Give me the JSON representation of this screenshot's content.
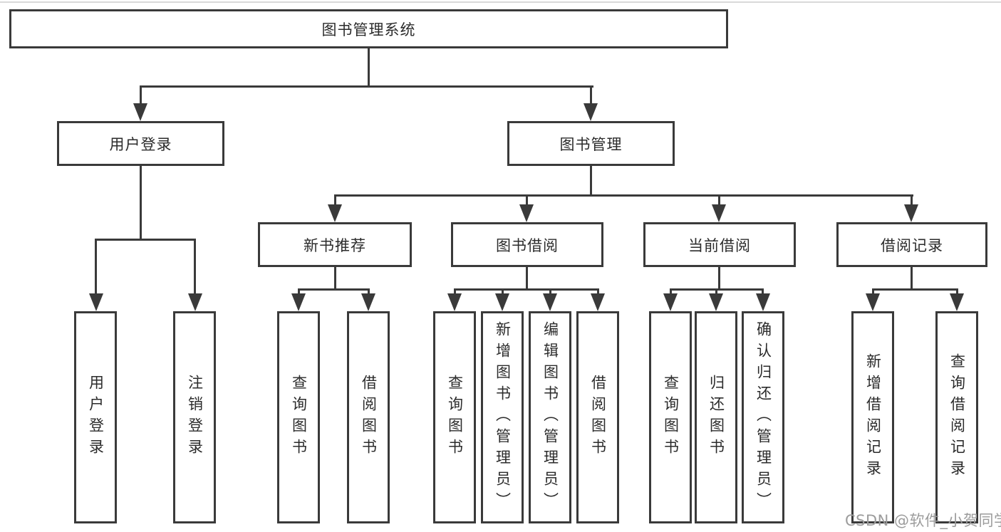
{
  "colors": {
    "line": "#3a3a3a",
    "text": "#2b2b2b",
    "watermark_text_color": "#9c9c9c",
    "background": "#ffffff"
  },
  "watermark": "CSDN @软件_小贺同学",
  "diagram": {
    "type": "org-tree",
    "root": {
      "label": "图书管理系统",
      "children": [
        {
          "label": "用户登录",
          "children": [
            {
              "label": "用户登录"
            },
            {
              "label": "注销登录"
            }
          ]
        },
        {
          "label": "图书管理",
          "children": [
            {
              "label": "新书推荐",
              "children": [
                {
                  "label": "查询图书"
                },
                {
                  "label": "借阅图书"
                }
              ]
            },
            {
              "label": "图书借阅",
              "children": [
                {
                  "label": "查询图书"
                },
                {
                  "label": "新增图书（管理员）"
                },
                {
                  "label": "编辑图书（管理员）"
                },
                {
                  "label": "借阅图书"
                }
              ]
            },
            {
              "label": "当前借阅",
              "children": [
                {
                  "label": "查询图书"
                },
                {
                  "label": "归还图书"
                },
                {
                  "label": "确认归还（管理员）"
                }
              ]
            },
            {
              "label": "借阅记录",
              "children": [
                {
                  "label": "新增借阅记录"
                },
                {
                  "label": "查询借阅记录"
                }
              ]
            }
          ]
        }
      ]
    }
  }
}
